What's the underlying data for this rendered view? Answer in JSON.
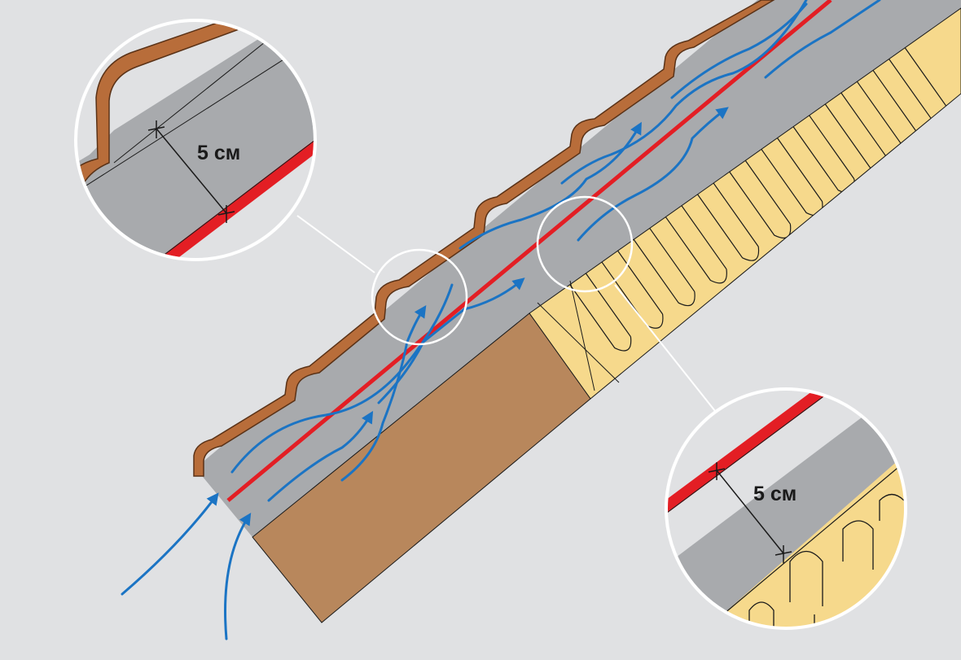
{
  "callouts": [
    {
      "id": "top-left",
      "dimension_label": "5 см"
    },
    {
      "id": "bottom-right",
      "dimension_label": "5 см"
    }
  ],
  "colors": {
    "background": "#e0e1e3",
    "air_gap": "#a8aaad",
    "roof_tile": "#b86d3a",
    "roof_tile_outline": "#5a3217",
    "membrane": "#e31e24",
    "insulation": "#f6d98c",
    "rafter": "#b8875c",
    "airflow_arrow": "#1b74c4",
    "callout_ring": "#ffffff"
  },
  "icons": {
    "airflow": "curved-arrow-icon",
    "dimension": "dimension-line-icon"
  }
}
